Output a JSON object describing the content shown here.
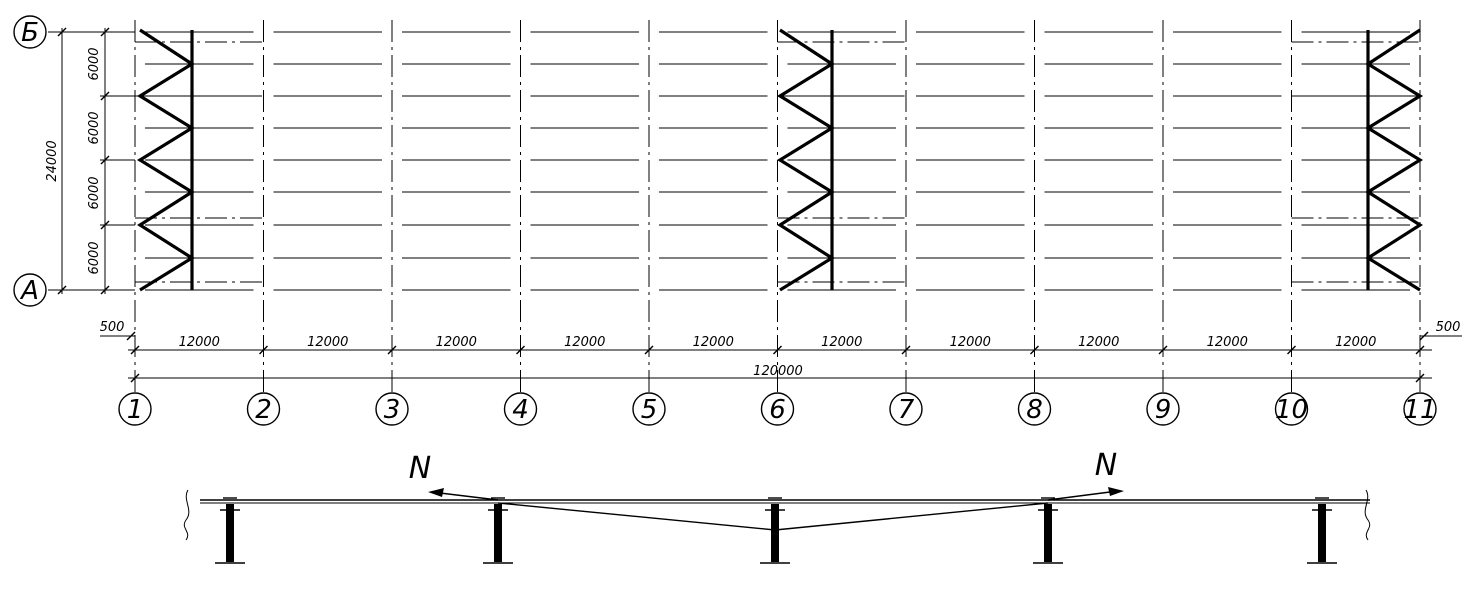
{
  "axes_columns": [
    "1",
    "2",
    "3",
    "4",
    "5",
    "6",
    "7",
    "8",
    "9",
    "10",
    "11"
  ],
  "axes_rows": [
    "Б",
    "А"
  ],
  "bay_dims": [
    "12000",
    "12000",
    "12000",
    "12000",
    "12000",
    "12000",
    "12000",
    "12000",
    "12000",
    "12000"
  ],
  "total_length": "120000",
  "overhang_left": "500",
  "overhang_right": "500",
  "row_dims": [
    "6000",
    "6000",
    "6000",
    "6000"
  ],
  "total_width": "24000",
  "force_left": "N",
  "force_right": "N"
}
